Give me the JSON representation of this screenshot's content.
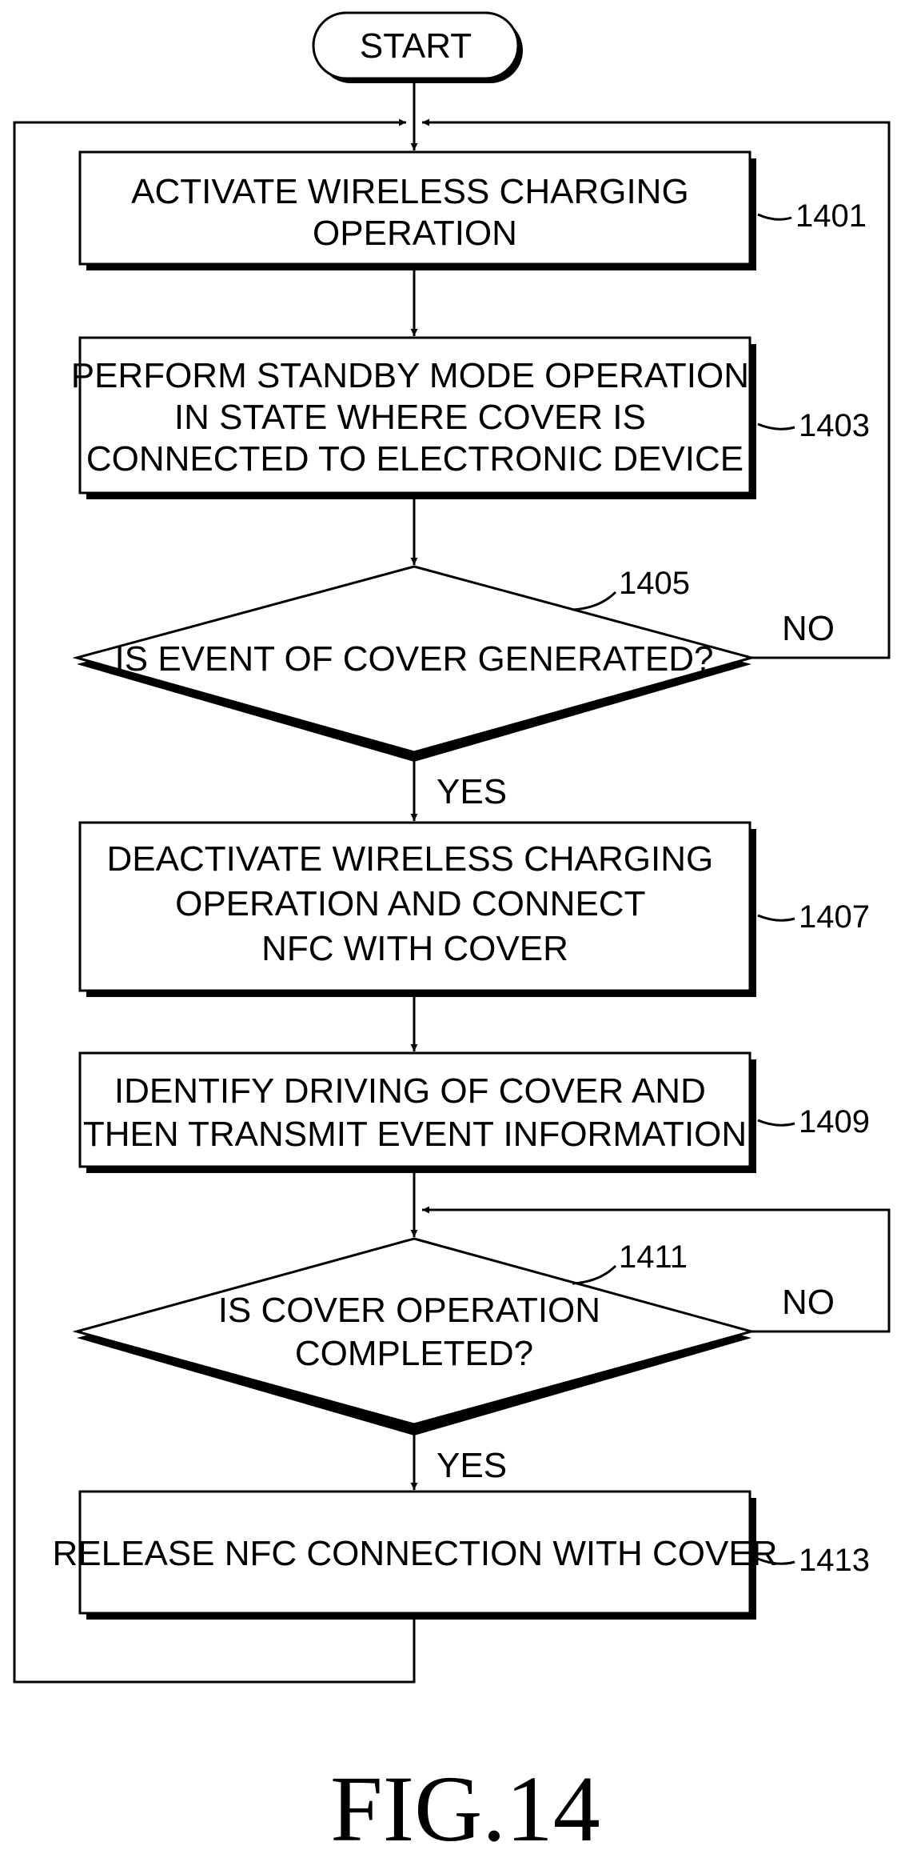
{
  "diagram": {
    "start_label": "START",
    "steps": [
      {
        "id": "1401",
        "lines": [
          "ACTIVATE WIRELESS CHARGING",
          "OPERATION"
        ]
      },
      {
        "id": "1403",
        "lines": [
          "PERFORM STANDBY MODE OPERATION",
          "IN STATE WHERE COVER IS",
          "CONNECTED TO ELECTRONIC DEVICE"
        ]
      },
      {
        "id": "1405",
        "lines": [
          "IS EVENT OF COVER GENERATED?"
        ]
      },
      {
        "id": "1407",
        "lines": [
          "DEACTIVATE WIRELESS CHARGING",
          "OPERATION AND CONNECT",
          "NFC WITH COVER"
        ]
      },
      {
        "id": "1409",
        "lines": [
          "IDENTIFY DRIVING OF COVER AND",
          "THEN TRANSMIT EVENT INFORMATION"
        ]
      },
      {
        "id": "1411",
        "lines": [
          "IS COVER OPERATION",
          "COMPLETED?"
        ]
      },
      {
        "id": "1413",
        "lines": [
          "RELEASE NFC CONNECTION WITH COVER"
        ]
      }
    ],
    "branches": {
      "d1405_no": "NO",
      "d1405_yes": "YES",
      "d1411_no": "NO",
      "d1411_yes": "YES"
    },
    "figure_label": "FIG.14"
  }
}
